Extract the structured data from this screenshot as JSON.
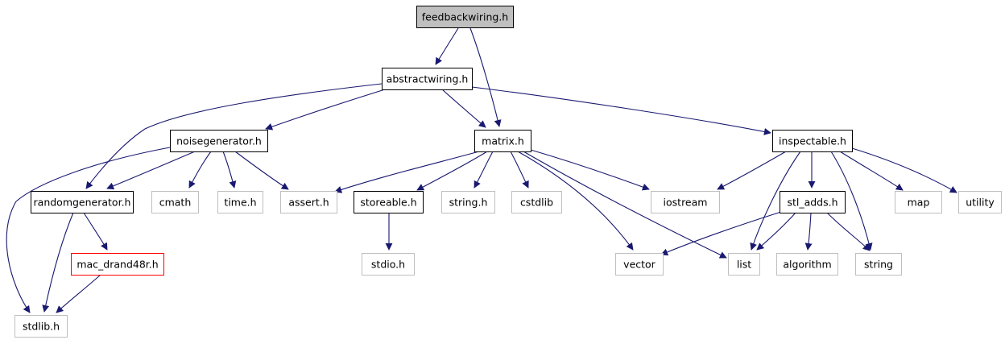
{
  "diagram": {
    "colors": {
      "edge": "#191970",
      "root_fill": "#bfbfbf",
      "documented_border": "#000000",
      "external_border": "#bfbfbf",
      "truncated_border": "#ff0000",
      "text": "#000000"
    },
    "nodes": [
      {
        "id": "feedbackwiring",
        "label": "feedbackwiring.h",
        "kind": "root"
      },
      {
        "id": "abstractwiring",
        "label": "abstractwiring.h",
        "kind": "documented"
      },
      {
        "id": "noisegenerator",
        "label": "noisegenerator.h",
        "kind": "documented"
      },
      {
        "id": "matrix",
        "label": "matrix.h",
        "kind": "documented"
      },
      {
        "id": "inspectable",
        "label": "inspectable.h",
        "kind": "documented"
      },
      {
        "id": "randomgenerator",
        "label": "randomgenerator.h",
        "kind": "documented"
      },
      {
        "id": "cmath",
        "label": "cmath",
        "kind": "external"
      },
      {
        "id": "time",
        "label": "time.h",
        "kind": "external"
      },
      {
        "id": "assert",
        "label": "assert.h",
        "kind": "external"
      },
      {
        "id": "storeable",
        "label": "storeable.h",
        "kind": "documented"
      },
      {
        "id": "string_h",
        "label": "string.h",
        "kind": "external"
      },
      {
        "id": "cstdlib",
        "label": "cstdlib",
        "kind": "external"
      },
      {
        "id": "iostream",
        "label": "iostream",
        "kind": "external"
      },
      {
        "id": "stl_adds",
        "label": "stl_adds.h",
        "kind": "documented"
      },
      {
        "id": "map",
        "label": "map",
        "kind": "external"
      },
      {
        "id": "utility",
        "label": "utility",
        "kind": "external"
      },
      {
        "id": "mac_drand48r",
        "label": "mac_drand48r.h",
        "kind": "truncated"
      },
      {
        "id": "stdio",
        "label": "stdio.h",
        "kind": "external"
      },
      {
        "id": "vector",
        "label": "vector",
        "kind": "external"
      },
      {
        "id": "list",
        "label": "list",
        "kind": "external"
      },
      {
        "id": "algorithm",
        "label": "algorithm",
        "kind": "external"
      },
      {
        "id": "string",
        "label": "string",
        "kind": "external"
      },
      {
        "id": "stdlib",
        "label": "stdlib.h",
        "kind": "external"
      }
    ],
    "edges": [
      {
        "from": "feedbackwiring",
        "to": "abstractwiring"
      },
      {
        "from": "feedbackwiring",
        "to": "matrix"
      },
      {
        "from": "abstractwiring",
        "to": "noisegenerator"
      },
      {
        "from": "abstractwiring",
        "to": "matrix"
      },
      {
        "from": "abstractwiring",
        "to": "inspectable"
      },
      {
        "from": "abstractwiring",
        "to": "randomgenerator"
      },
      {
        "from": "noisegenerator",
        "to": "randomgenerator"
      },
      {
        "from": "noisegenerator",
        "to": "cmath"
      },
      {
        "from": "noisegenerator",
        "to": "time"
      },
      {
        "from": "noisegenerator",
        "to": "assert"
      },
      {
        "from": "noisegenerator",
        "to": "stdlib"
      },
      {
        "from": "randomgenerator",
        "to": "mac_drand48r"
      },
      {
        "from": "randomgenerator",
        "to": "stdlib"
      },
      {
        "from": "mac_drand48r",
        "to": "stdlib"
      },
      {
        "from": "matrix",
        "to": "assert"
      },
      {
        "from": "matrix",
        "to": "storeable"
      },
      {
        "from": "matrix",
        "to": "string_h"
      },
      {
        "from": "matrix",
        "to": "cstdlib"
      },
      {
        "from": "matrix",
        "to": "iostream"
      },
      {
        "from": "matrix",
        "to": "vector"
      },
      {
        "from": "matrix",
        "to": "list"
      },
      {
        "from": "storeable",
        "to": "stdio"
      },
      {
        "from": "inspectable",
        "to": "iostream"
      },
      {
        "from": "inspectable",
        "to": "stl_adds"
      },
      {
        "from": "inspectable",
        "to": "list"
      },
      {
        "from": "inspectable",
        "to": "string"
      },
      {
        "from": "inspectable",
        "to": "map"
      },
      {
        "from": "inspectable",
        "to": "utility"
      },
      {
        "from": "stl_adds",
        "to": "vector"
      },
      {
        "from": "stl_adds",
        "to": "list"
      },
      {
        "from": "stl_adds",
        "to": "algorithm"
      },
      {
        "from": "stl_adds",
        "to": "string"
      }
    ]
  }
}
